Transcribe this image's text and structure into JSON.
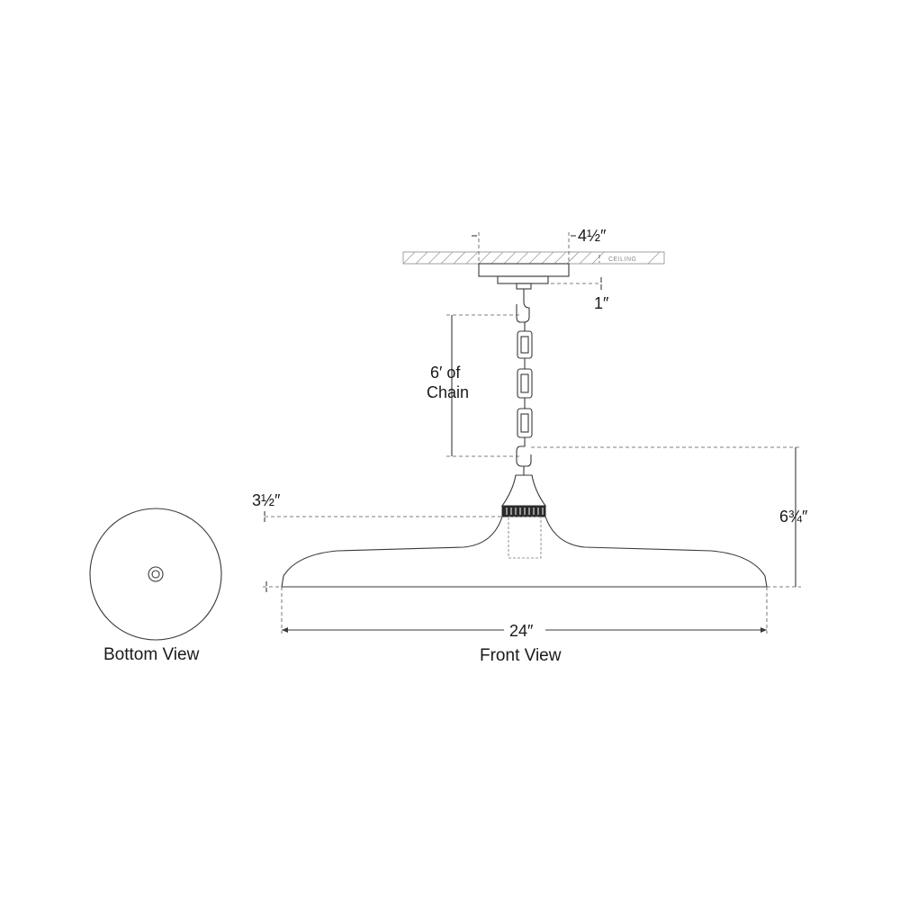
{
  "labels": {
    "canopy_width": "4½″",
    "ceiling": "CEILING",
    "canopy_height": "1″",
    "chain_line1": "6′ of",
    "chain_line2": "Chain",
    "socket_height": "3½″",
    "overall_height": "6¾″",
    "shade_width": "24″",
    "front_view": "Front View",
    "bottom_view": "Bottom View"
  },
  "colors": {
    "line": "#3a3a3a",
    "text": "#1a1a1a",
    "hatch": "#9a9a9a"
  }
}
